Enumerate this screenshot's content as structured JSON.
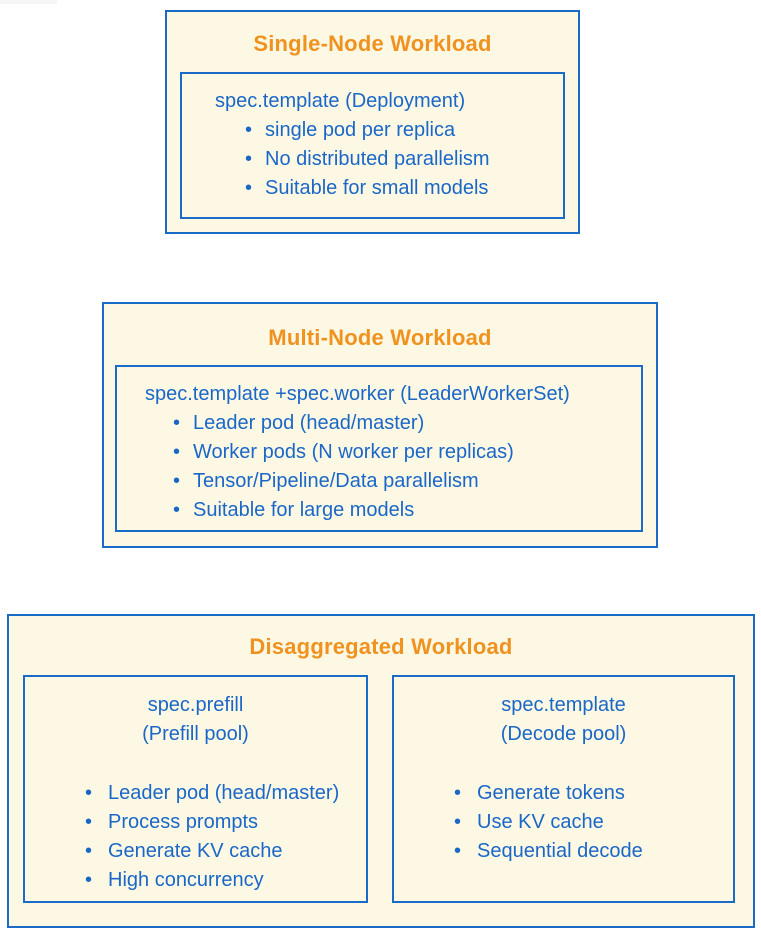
{
  "colors": {
    "title_orange": "#f0921f",
    "text_blue": "#1a67c8",
    "border_blue": "#1a6bc8",
    "panel_cream": "#fdf8e3",
    "page_background": "#ffffff"
  },
  "boxes": [
    {
      "title": "Single-Node Workload",
      "panels": [
        {
          "heading": "spec.template (Deployment)",
          "bullets": [
            "single pod per replica",
            "No distributed parallelism",
            "Suitable for small models"
          ]
        }
      ]
    },
    {
      "title": "Multi-Node Workload",
      "panels": [
        {
          "heading": "spec.template +spec.worker (LeaderWorkerSet)",
          "bullets": [
            "Leader pod (head/master)",
            "Worker pods (N worker per replicas)",
            "Tensor/Pipeline/Data parallelism",
            "Suitable for large models"
          ]
        }
      ]
    },
    {
      "title": "Disaggregated Workload",
      "panels": [
        {
          "heading_line1": "spec.prefill",
          "heading_line2": "(Prefill pool)",
          "bullets": [
            "Leader pod (head/master)",
            "Process prompts",
            "Generate KV cache",
            "High concurrency"
          ]
        },
        {
          "heading_line1": "spec.template",
          "heading_line2": "(Decode pool)",
          "bullets": [
            "Generate tokens",
            "Use KV cache",
            "Sequential decode"
          ]
        }
      ]
    }
  ]
}
